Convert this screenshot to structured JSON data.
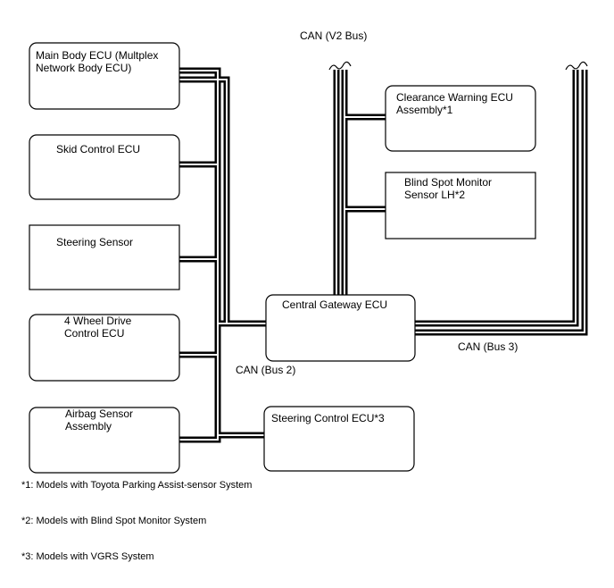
{
  "buses": {
    "v2": "CAN (V2 Bus)",
    "bus2": "CAN (Bus 2)",
    "bus3": "CAN (Bus 3)"
  },
  "ecus": {
    "main_body": [
      "Main Body ECU (Multplex",
      "Network Body ECU)"
    ],
    "skid_control": [
      "Skid Control ECU"
    ],
    "steering_sensor": [
      "Steering Sensor"
    ],
    "four_wheel_drive": [
      "4 Wheel Drive",
      "Control ECU"
    ],
    "airbag_sensor": [
      "Airbag Sensor",
      "Assembly"
    ],
    "central_gateway": [
      "Central Gateway ECU"
    ],
    "steering_control": [
      "Steering Control ECU*3"
    ],
    "clearance_warning": [
      "Clearance Warning ECU",
      "Assembly*1"
    ],
    "blind_spot_monitor": [
      "Blind Spot Monitor",
      "Sensor LH*2"
    ]
  },
  "footnotes": [
    "*1: Models with Toyota Parking Assist-sensor System",
    "*2: Models with Blind Spot Monitor System",
    "*3: Models with VGRS System"
  ]
}
